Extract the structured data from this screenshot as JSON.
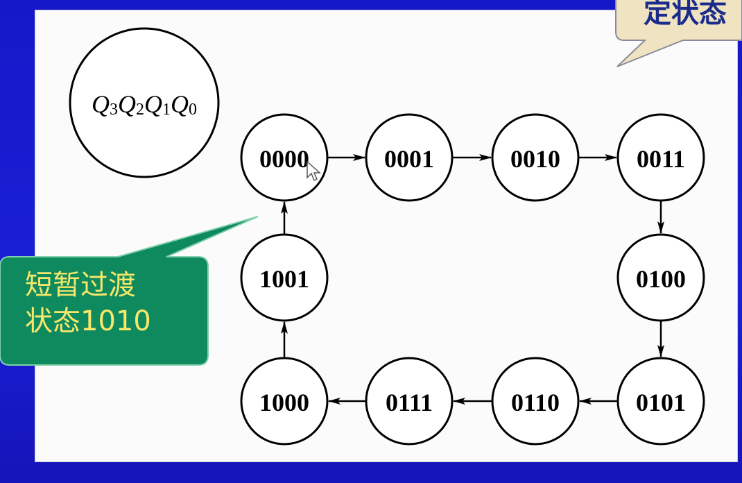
{
  "legend": {
    "vars": [
      {
        "letter": "Q",
        "sub": "3"
      },
      {
        "letter": "Q",
        "sub": "2"
      },
      {
        "letter": "Q",
        "sub": "1"
      },
      {
        "letter": "Q",
        "sub": "0"
      }
    ]
  },
  "states": [
    "0000",
    "0001",
    "0010",
    "0011",
    "0100",
    "0101",
    "0110",
    "0111",
    "1000",
    "1001"
  ],
  "transitions": [
    [
      "0000",
      "0001"
    ],
    [
      "0001",
      "0010"
    ],
    [
      "0010",
      "0011"
    ],
    [
      "0011",
      "0100"
    ],
    [
      "0100",
      "0101"
    ],
    [
      "0101",
      "0110"
    ],
    [
      "0110",
      "0111"
    ],
    [
      "0111",
      "1000"
    ],
    [
      "1000",
      "1001"
    ],
    [
      "1001",
      "0000"
    ]
  ],
  "note": {
    "text": "短暂过渡\n状态1010"
  },
  "top_callout": {
    "text": "定状态"
  },
  "colors": {
    "background": "#1a20d6",
    "note_fill": "#0f8a5e",
    "note_text": "#f7e76a",
    "callout_fill": "#efe3c2",
    "callout_text": "#1a2b8a"
  }
}
